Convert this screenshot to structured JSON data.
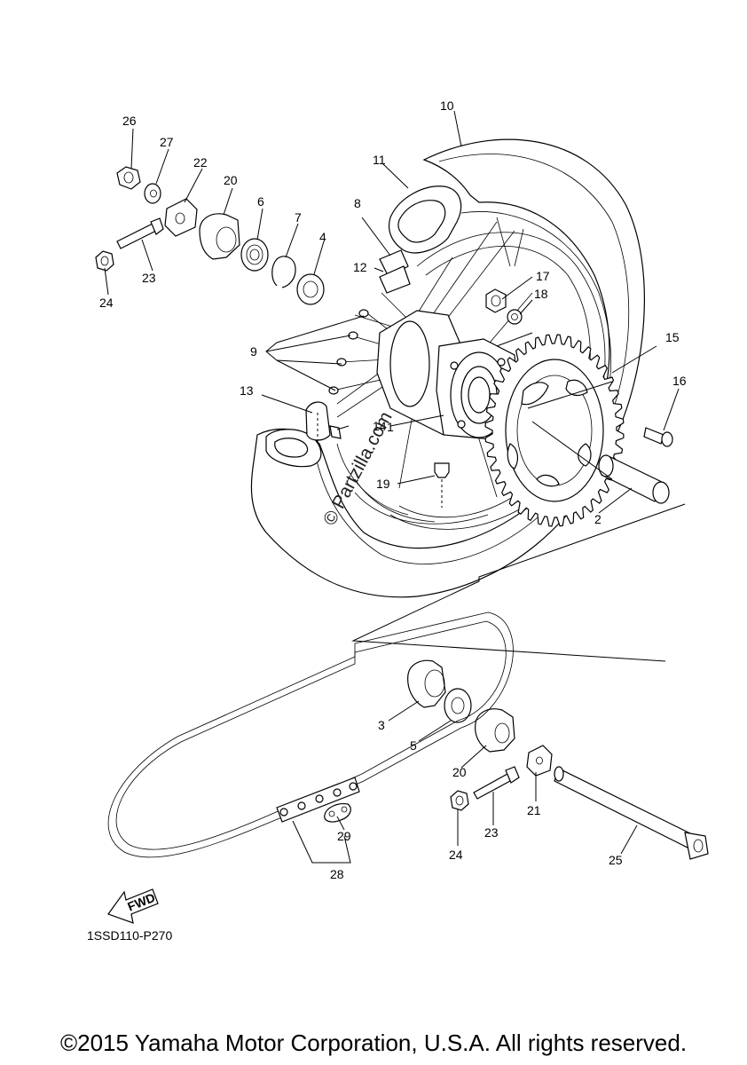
{
  "diagram": {
    "code": "1SSD110-P270",
    "copyright": "©2015 Yamaha Motor Corporation, U.S.A. All rights reserved.",
    "watermark": "© Partzilla.com",
    "fwd_label": "FWD",
    "callouts": [
      {
        "id": "c1",
        "label": "1"
      },
      {
        "id": "c2",
        "label": "2"
      },
      {
        "id": "c3",
        "label": "3"
      },
      {
        "id": "c4",
        "label": "4"
      },
      {
        "id": "c5",
        "label": "5"
      },
      {
        "id": "c6",
        "label": "6"
      },
      {
        "id": "c7",
        "label": "7"
      },
      {
        "id": "c8",
        "label": "8"
      },
      {
        "id": "c9",
        "label": "9"
      },
      {
        "id": "c10",
        "label": "10"
      },
      {
        "id": "c11",
        "label": "11"
      },
      {
        "id": "c12",
        "label": "12"
      },
      {
        "id": "c13",
        "label": "13"
      },
      {
        "id": "c14",
        "label": "14"
      },
      {
        "id": "c15",
        "label": "15"
      },
      {
        "id": "c16",
        "label": "16"
      },
      {
        "id": "c17",
        "label": "17"
      },
      {
        "id": "c18",
        "label": "18"
      },
      {
        "id": "c19",
        "label": "19"
      },
      {
        "id": "c20a",
        "label": "20"
      },
      {
        "id": "c20b",
        "label": "20"
      },
      {
        "id": "c21",
        "label": "21"
      },
      {
        "id": "c22",
        "label": "22"
      },
      {
        "id": "c23a",
        "label": "23"
      },
      {
        "id": "c23b",
        "label": "23"
      },
      {
        "id": "c24a",
        "label": "24"
      },
      {
        "id": "c24b",
        "label": "24"
      },
      {
        "id": "c25",
        "label": "25"
      },
      {
        "id": "c26",
        "label": "26"
      },
      {
        "id": "c27",
        "label": "27"
      },
      {
        "id": "c28",
        "label": "28"
      },
      {
        "id": "c29",
        "label": "29"
      }
    ]
  }
}
